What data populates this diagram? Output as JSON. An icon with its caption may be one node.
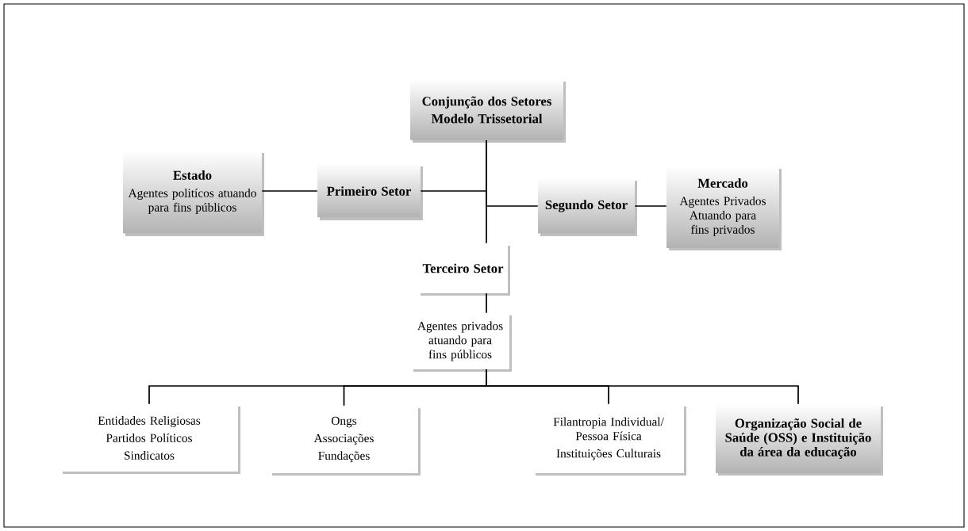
{
  "diagram": {
    "nodes": [
      {
        "text": [
          "Conjunção dos Setores",
          "Modelo Trissetorial"
        ]
      },
      {
        "text": [
          "Estado",
          "Agentes politícos atuando para fins públicos"
        ]
      },
      {
        "text": [
          "Primeiro Setor"
        ]
      },
      {
        "text": [
          "Segundo Setor"
        ]
      },
      {
        "text": [
          "Mercado",
          "Agentes Privados Atuando para fins privados"
        ]
      },
      {
        "text": [
          "Terceiro Setor"
        ]
      },
      {
        "text": [
          "Agentes privados atuando para fins públicos"
        ]
      },
      {
        "text": [
          "Entidades Religiosas",
          "Partidos Políticos",
          "Sindicatos"
        ]
      },
      {
        "text": [
          "Ongs",
          "Associações",
          "Fundações"
        ]
      },
      {
        "text": [
          "Filantropia Individual/ Pessoa Física",
          "Instituições Culturais"
        ]
      },
      {
        "text": [
          "Organização Social de Saúde (OSS) e Instituição da área da educação"
        ]
      }
    ],
    "edges": [
      {
        "from": 0,
        "to": 2,
        "arrow": "none"
      },
      {
        "from": 0,
        "to": 3,
        "arrow": "none"
      },
      {
        "from": 0,
        "to": 5,
        "arrow": "none"
      },
      {
        "from": 1,
        "to": 2,
        "arrow": "none"
      },
      {
        "from": 3,
        "to": 4,
        "arrow": "none"
      },
      {
        "from": 5,
        "to": 6,
        "arrow": "none"
      },
      {
        "from": 6,
        "to": 7,
        "arrow": "none"
      },
      {
        "from": 6,
        "to": 8,
        "arrow": "none"
      },
      {
        "from": 6,
        "to": 9,
        "arrow": "none"
      },
      {
        "from": 6,
        "to": 10,
        "arrow": "none"
      }
    ]
  }
}
